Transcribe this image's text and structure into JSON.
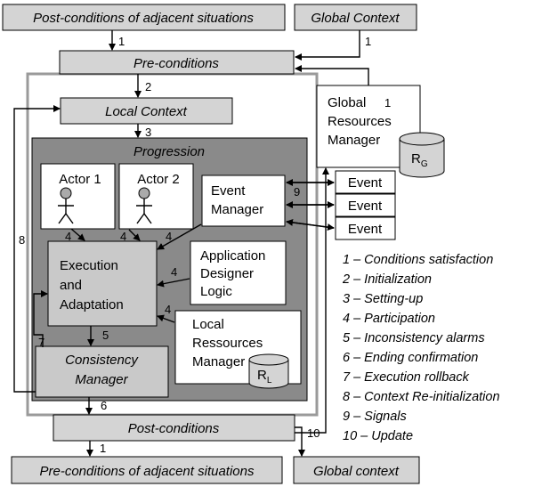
{
  "top_left": "Post-conditions of adjacent situations",
  "top_right": "Global Context",
  "preconditions": "Pre-conditions",
  "local_context": "Local Context",
  "progression": "Progression",
  "actor1": "Actor 1",
  "actor2": "Actor 2",
  "event_manager": [
    "Event",
    "Manager"
  ],
  "execution": [
    "Execution",
    "and",
    "Adaptation"
  ],
  "app_logic": [
    "Application",
    "Designer",
    "Logic"
  ],
  "local_res": [
    "Local",
    "Ressources",
    "Manager"
  ],
  "consistency": [
    "Consistency",
    "Manager"
  ],
  "global_res": [
    "Global",
    "Resources",
    "Manager"
  ],
  "db_global": {
    "main": "R",
    "sub": "G"
  },
  "db_local": {
    "main": "R",
    "sub": "L"
  },
  "events": [
    "Event",
    "Event",
    "Event"
  ],
  "postconditions": "Post-conditions",
  "bottom_left": "Pre-conditions of adjacent situations",
  "bottom_right": "Global context",
  "labels": {
    "n1a": "1",
    "n1b": "1",
    "n1c": "1",
    "n1d": "1",
    "n2": "2",
    "n3": "3",
    "n4a": "4",
    "n4b": "4",
    "n4c": "4",
    "n4d": "4",
    "n4e": "4",
    "n5": "5",
    "n6": "6",
    "n7": "7",
    "n8": "8",
    "n9": "9",
    "n10": "10"
  },
  "legend": [
    "1 – Conditions satisfaction",
    "2 – Initialization",
    "3 – Setting-up",
    "4 – Participation",
    "5 – Inconsistency alarms",
    "6 – Ending confirmation",
    "7 – Execution rollback",
    "8 – Context Re-initialization",
    "9 – Signals",
    "10 – Update"
  ],
  "colors": {
    "light_box": "#d4d4d4",
    "progression_bg": "#8a8a8a",
    "inner_box": "#c9c9c9",
    "white": "#ffffff",
    "frame": "#9a9a9a"
  }
}
